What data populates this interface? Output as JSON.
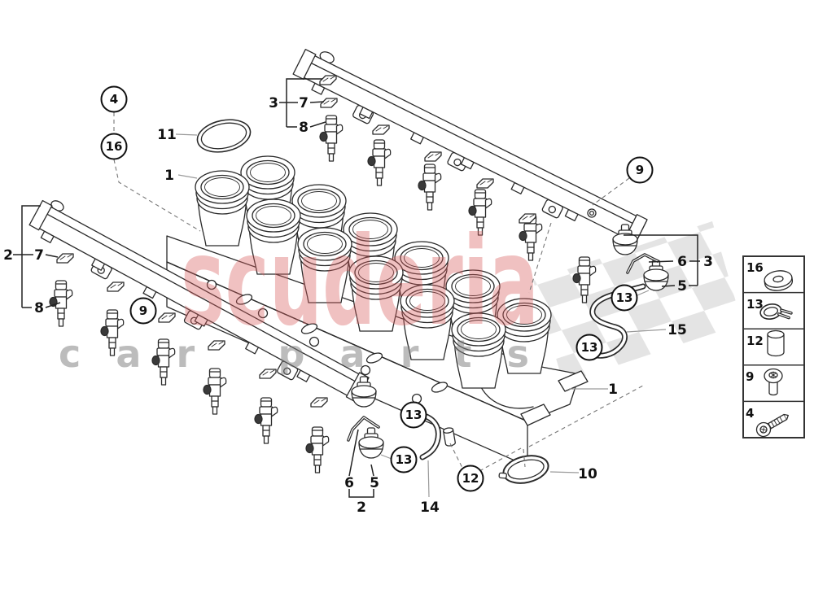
{
  "diagram": {
    "type": "exploded-parts-diagram",
    "subject": "intake manifold with fuel rails and injectors",
    "watermark": {
      "primary": "scuderia",
      "secondary": "car parts"
    },
    "colors": {
      "background": "#ffffff",
      "line": "#2a2a2a",
      "checker": "#e4e4e4",
      "watermark_primary": "rgba(216,92,92,0.38)",
      "watermark_secondary": "rgba(122,122,122,0.5)"
    },
    "callouts": {
      "c4": {
        "label": "4"
      },
      "c16": {
        "label": "16"
      },
      "c9_left": {
        "label": "9"
      },
      "c9_right": {
        "label": "9"
      },
      "c13_rail_right": {
        "label": "13"
      },
      "c13_hose_right": {
        "label": "13"
      },
      "c13_hose_left": {
        "label": "13"
      },
      "c13_reg_left": {
        "label": "13"
      },
      "c12": {
        "label": "12"
      }
    },
    "labels": {
      "p11": "11",
      "p1_left": "1",
      "p3_top": "3",
      "p7_top": "7",
      "p8_top": "8",
      "p2_left": "2",
      "p7_left": "7",
      "p8_left": "8",
      "p6_right": "6",
      "p3_right": "3",
      "p5_right": "5",
      "p15": "15",
      "p1_right": "1",
      "p10": "10",
      "p6_bottom": "6",
      "p5_bottom": "5",
      "p2_bottom": "2",
      "p14": "14"
    },
    "legend": {
      "rows": [
        {
          "number": "16",
          "icon": "washer-icon"
        },
        {
          "number": "13",
          "icon": "hose-clamp-icon"
        },
        {
          "number": "12",
          "icon": "sleeve-icon"
        },
        {
          "number": "9",
          "icon": "flanged-bolt-icon"
        },
        {
          "number": "4",
          "icon": "socket-screw-icon"
        }
      ]
    }
  }
}
